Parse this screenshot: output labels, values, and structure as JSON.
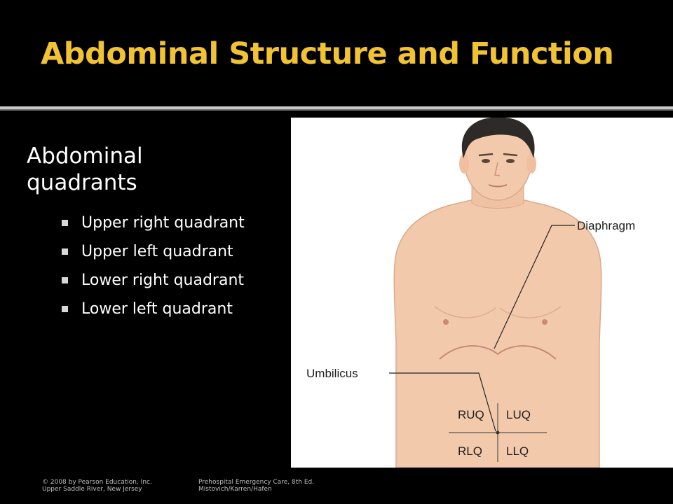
{
  "slide": {
    "title": "Abdominal Structure and Function",
    "heading": "Abdominal quadrants",
    "bullets": [
      "Upper right quadrant",
      "Upper left quadrant",
      "Lower right quadrant",
      "Lower left quadrant"
    ]
  },
  "figure": {
    "labels": {
      "diaphragm": "Diaphragm",
      "umbilicus": "Umbilicus",
      "ruq": "RUQ",
      "luq": "LUQ",
      "rlq": "RLQ",
      "llq": "LLQ"
    }
  },
  "footer": {
    "left_line1": "© 2008 by Pearson Education, Inc.",
    "left_line2": "Upper Saddle River, New Jersey",
    "right_line1": "Prehospital Emergency Care, 8th Ed.",
    "right_line2": "Mistovich/Karren/Hafen"
  },
  "colors": {
    "title": "#f1c232",
    "background": "#000000",
    "skin": "#f3c9ac",
    "hair": "#2e2a28"
  }
}
